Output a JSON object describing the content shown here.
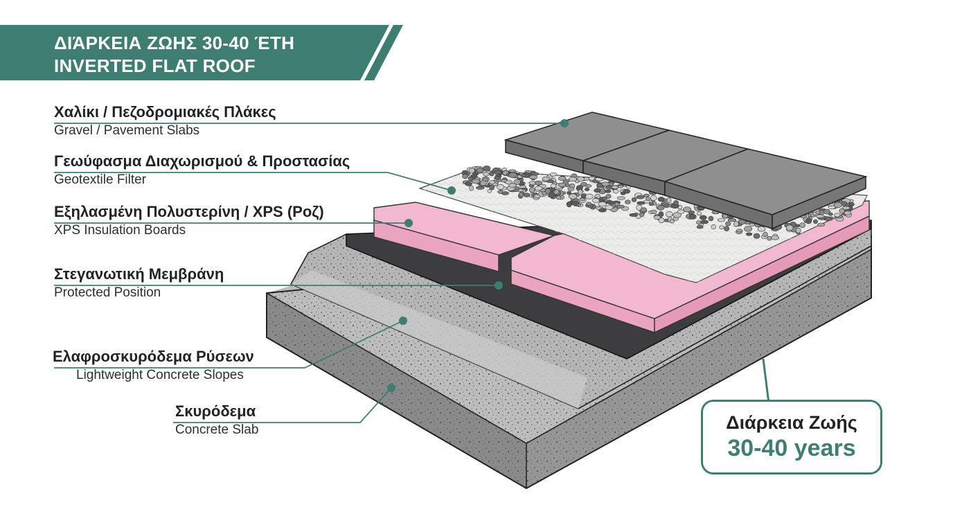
{
  "banner": {
    "line1": "ΔΙΆΡΚΕΙΑ ΖΩΗΣ 30-40 ΈΤΗ",
    "line2": "INVERTED FLAT ROOF",
    "color": "#3e7e72"
  },
  "layers": [
    {
      "greek": "Χαλίκι / Πεζοδρομιακές Πλάκες",
      "english": "Gravel / Pavement Slabs"
    },
    {
      "greek": "Γεωύφασμα Διαχωρισμού & Προστασίας",
      "english": "Geotextile Filter"
    },
    {
      "greek": "Εξηλασμένη Πολυστερίνη / XPS (Ροζ)",
      "english": "XPS Insulation Boards"
    },
    {
      "greek": "Στεγανωτική Μεμβράνη",
      "english": "Protected Position"
    },
    {
      "greek": "Ελαφροσκυρόδεμα Ρύσεων",
      "english": "Lightweight Concrete Slopes"
    },
    {
      "greek": "Σκυρόδεμα",
      "english": "Concrete Slab"
    }
  ],
  "callout": {
    "title": "Διάρκεια Ζωής",
    "value": "30-40 years"
  },
  "colors": {
    "accent": "#3e7e72",
    "xps_pink": "#f2b8cf",
    "membrane": "#3d3d3f",
    "concrete": "#a9a9a9",
    "slab": "#8c8c8c",
    "geotextile": "#ececea"
  }
}
